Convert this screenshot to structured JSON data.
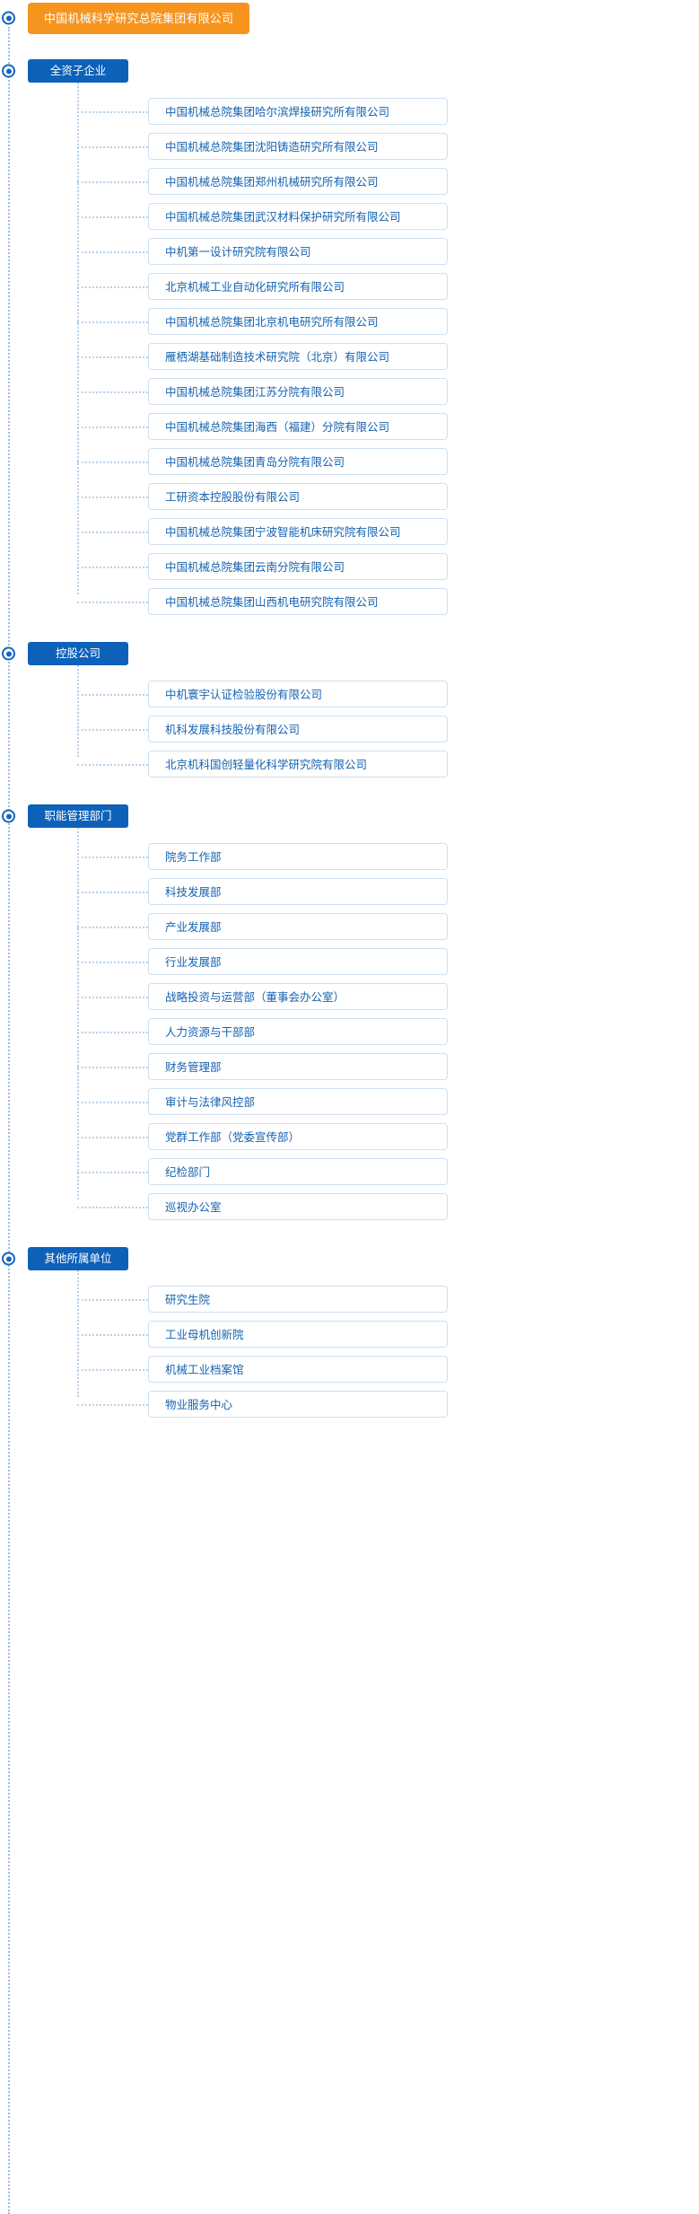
{
  "root": {
    "label": "中国机械科学研究总院集团有限公司",
    "accent_color": "#f7941d"
  },
  "colors": {
    "root_pill": "#f7941d",
    "section_pill": "#0d61b9",
    "item_text": "#1462b0",
    "item_border": "#cfe0f0",
    "connector": "#b9d2e8",
    "node_marker": "#1565c0"
  },
  "sections": [
    {
      "label": "全资子企业",
      "items": [
        {
          "label": "中国机械总院集团哈尔滨焊接研究所有限公司"
        },
        {
          "label": "中国机械总院集团沈阳铸造研究所有限公司"
        },
        {
          "label": "中国机械总院集团郑州机械研究所有限公司"
        },
        {
          "label": "中国机械总院集团武汉材料保护研究所有限公司"
        },
        {
          "label": "中机第一设计研究院有限公司"
        },
        {
          "label": "北京机械工业自动化研究所有限公司"
        },
        {
          "label": "中国机械总院集团北京机电研究所有限公司"
        },
        {
          "label": "雁栖湖基础制造技术研究院（北京）有限公司"
        },
        {
          "label": "中国机械总院集团江苏分院有限公司"
        },
        {
          "label": "中国机械总院集团海西（福建）分院有限公司"
        },
        {
          "label": "中国机械总院集团青岛分院有限公司"
        },
        {
          "label": "工研资本控股股份有限公司"
        },
        {
          "label": "中国机械总院集团宁波智能机床研究院有限公司"
        },
        {
          "label": "中国机械总院集团云南分院有限公司"
        },
        {
          "label": "中国机械总院集团山西机电研究院有限公司"
        }
      ]
    },
    {
      "label": "控股公司",
      "items": [
        {
          "label": "中机寰宇认证检验股份有限公司"
        },
        {
          "label": "机科发展科技股份有限公司"
        },
        {
          "label": "北京机科国创轻量化科学研究院有限公司"
        }
      ]
    },
    {
      "label": "职能管理部门",
      "items": [
        {
          "label": "院务工作部"
        },
        {
          "label": "科技发展部"
        },
        {
          "label": "产业发展部"
        },
        {
          "label": "行业发展部"
        },
        {
          "label": "战略投资与运营部（董事会办公室）"
        },
        {
          "label": "人力资源与干部部"
        },
        {
          "label": "财务管理部"
        },
        {
          "label": "审计与法律风控部"
        },
        {
          "label": "党群工作部（党委宣传部）"
        },
        {
          "label": "纪检部门"
        },
        {
          "label": "巡视办公室"
        }
      ]
    },
    {
      "label": "其他所属单位",
      "items": [
        {
          "label": "研究生院"
        },
        {
          "label": "工业母机创新院"
        },
        {
          "label": "机械工业档案馆"
        },
        {
          "label": "物业服务中心"
        }
      ]
    }
  ]
}
